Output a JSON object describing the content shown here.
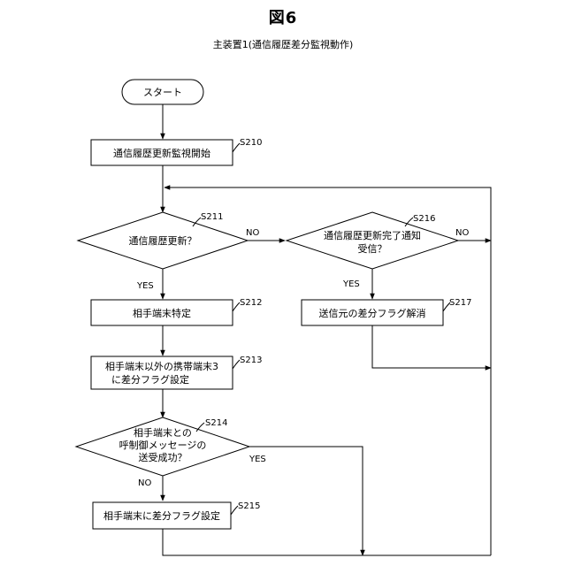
{
  "figure": {
    "title": "図6",
    "subtitle": "主装置1(通信履歴差分監視動作)"
  },
  "flow": {
    "start": "スタート",
    "s210": {
      "id": "S210",
      "text": "通信履歴更新監視開始"
    },
    "s211": {
      "id": "S211",
      "text": "通信履歴更新？"
    },
    "s212": {
      "id": "S212",
      "text": "相手端末特定"
    },
    "s213": {
      "id": "S213",
      "line1": "相手端末以外の携帯端末3",
      "line2": "に差分フラグ設定"
    },
    "s214": {
      "id": "S214",
      "line1": "相手端末との",
      "line2": "呼制御メッセージの",
      "line3": "送受成功？"
    },
    "s215": {
      "id": "S215",
      "text": "相手端末に差分フラグ設定"
    },
    "s216": {
      "id": "S216",
      "line1": "通信履歴更新完了通知",
      "line2": "受信？"
    },
    "s217": {
      "id": "S217",
      "text": "送信元の差分フラグ解消"
    },
    "labels": {
      "yes": "YES",
      "no": "NO"
    }
  }
}
